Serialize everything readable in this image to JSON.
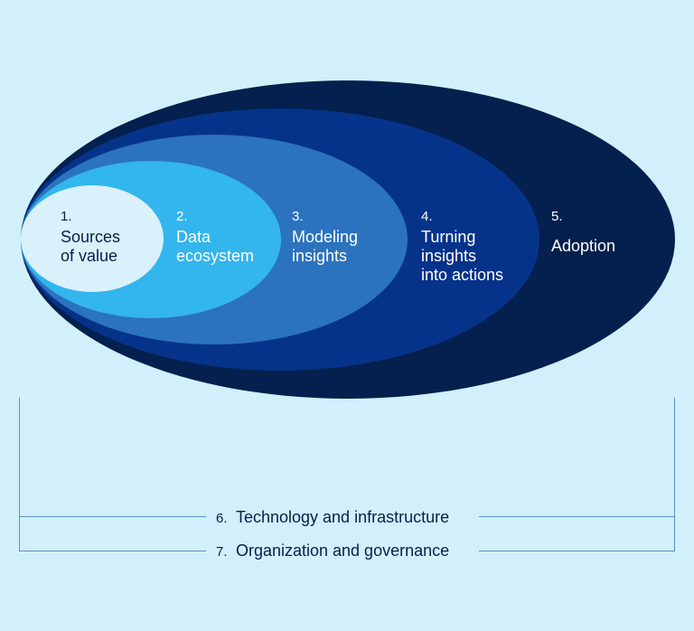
{
  "colors": {
    "background": "#d1f0fb",
    "layer_5": "#03204e",
    "layer_4": "#06338a",
    "layer_3": "#2b73be",
    "layer_2": "#33b5ed",
    "layer_1": "#d9f1fb",
    "bracket": "#5a8fc7",
    "dark_text": "#0c1d4a",
    "light_text": "#ffffff"
  },
  "layers": [
    {
      "number": "1.",
      "lines": [
        "Sources",
        "of value"
      ]
    },
    {
      "number": "2.",
      "lines": [
        "Data",
        "ecosystem"
      ]
    },
    {
      "number": "3.",
      "lines": [
        "Modeling",
        "insights"
      ]
    },
    {
      "number": "4.",
      "lines": [
        "Turning",
        "insights",
        "into actions"
      ]
    },
    {
      "number": "5.",
      "lines": [
        "Adoption"
      ]
    }
  ],
  "foundations": [
    {
      "number": "6.",
      "label": "Technology and infrastructure"
    },
    {
      "number": "7.",
      "label": "Organization and governance"
    }
  ]
}
